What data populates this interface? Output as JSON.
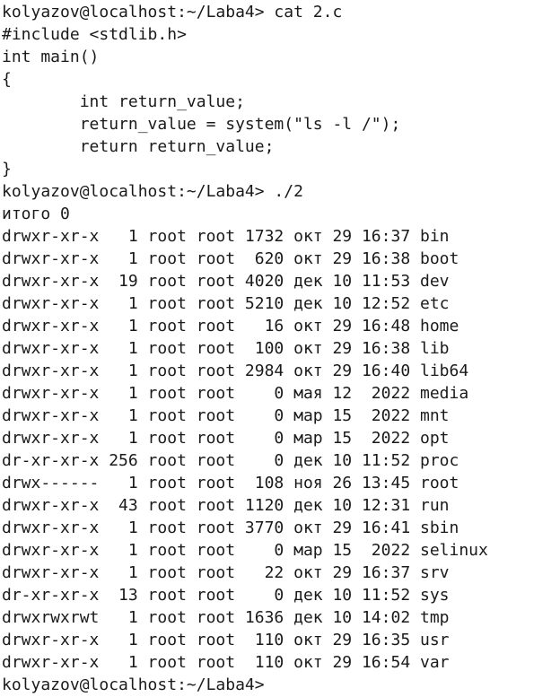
{
  "terminal": {
    "lines": [
      "kolyazov@localhost:~/Laba4> cat 2.c",
      "#include <stdlib.h>",
      "int main()",
      "{",
      "        int return_value;",
      "        return_value = system(\"ls -l /\");",
      "        return return_value;",
      "}",
      "kolyazov@localhost:~/Laba4> ./2",
      "итого 0",
      "drwxr-xr-x   1 root root 1732 окт 29 16:37 bin",
      "drwxr-xr-x   1 root root  620 окт 29 16:38 boot",
      "drwxr-xr-x  19 root root 4020 дек 10 11:53 dev",
      "drwxr-xr-x   1 root root 5210 дек 10 12:52 etc",
      "drwxr-xr-x   1 root root   16 окт 29 16:48 home",
      "drwxr-xr-x   1 root root  100 окт 29 16:38 lib",
      "drwxr-xr-x   1 root root 2984 окт 29 16:40 lib64",
      "drwxr-xr-x   1 root root    0 мая 12  2022 media",
      "drwxr-xr-x   1 root root    0 мар 15  2022 mnt",
      "drwxr-xr-x   1 root root    0 мар 15  2022 opt",
      "dr-xr-xr-x 256 root root    0 дек 10 11:52 proc",
      "drwx------   1 root root  108 ноя 26 13:45 root",
      "drwxr-xr-x  43 root root 1120 дек 10 12:31 run",
      "drwxr-xr-x   1 root root 3770 окт 29 16:41 sbin",
      "drwxr-xr-x   1 root root    0 мар 15  2022 selinux",
      "drwxr-xr-x   1 root root   22 окт 29 16:37 srv",
      "dr-xr-xr-x  13 root root    0 дек 10 11:52 sys",
      "drwxrwxrwt   1 root root 1636 дек 10 14:02 tmp",
      "drwxr-xr-x   1 root root  110 окт 29 16:35 usr",
      "drwxr-xr-x   1 root root  110 окт 29 16:54 var",
      "kolyazov@localhost:~/Laba4> "
    ]
  }
}
